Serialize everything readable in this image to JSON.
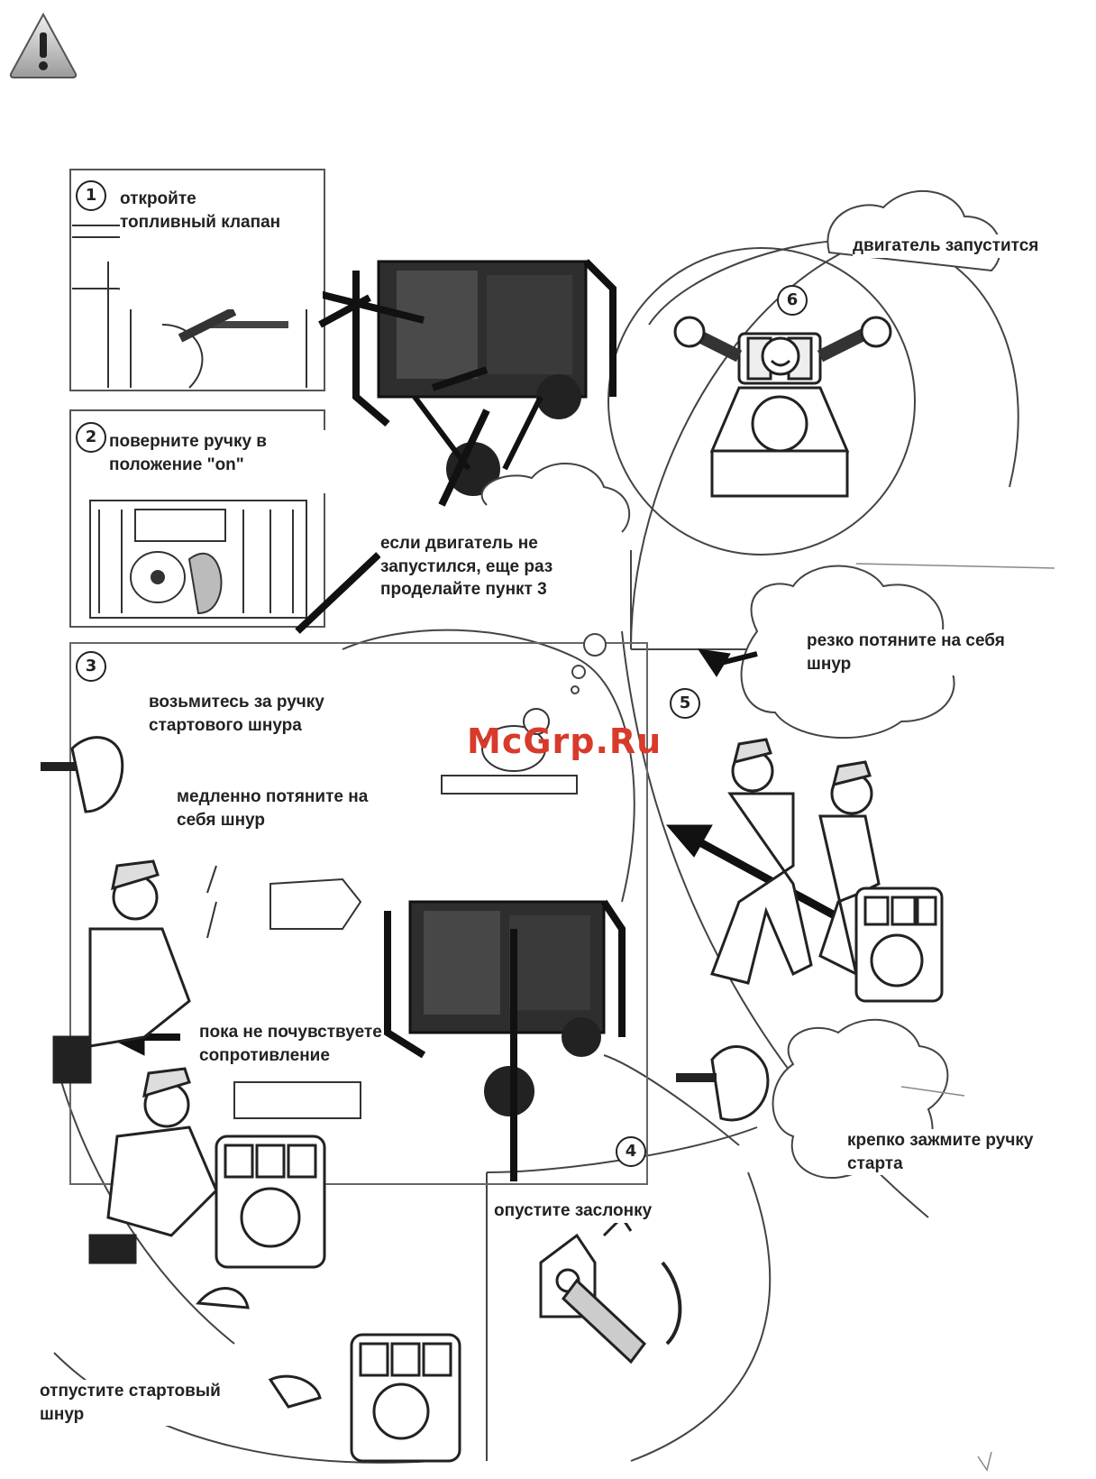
{
  "header": {
    "icon": "warning-icon"
  },
  "watermark": "McGrp.Ru",
  "steps": [
    {
      "number": "1",
      "caption": "откройте\nтопливный клапан"
    },
    {
      "number": "2",
      "caption": "поверните ручку в\nположение \"on\""
    },
    {
      "number": "3",
      "caption_grip": "возьмитесь за ручку\nстартового шнура",
      "caption_pull": "медленно потяните на\nсебя шнур",
      "caption_resist": "пока не почувствуете\nсопротивление",
      "caption_release": "отпустите стартовый\nшнур"
    },
    {
      "number": "4",
      "caption": "опустите заслонку"
    },
    {
      "number": "5",
      "caption_pull": "резко потяните на себя\nшнур",
      "caption_grip": "крепко зажмите ручку\nстарта"
    },
    {
      "number": "6",
      "caption": "двигатель запустится"
    }
  ],
  "retry_note": "если двигатель не\nзапустился, еще раз\nпроделайте пункт 3",
  "colors": {
    "watermark": "#d83a2b",
    "line": "#222222"
  }
}
